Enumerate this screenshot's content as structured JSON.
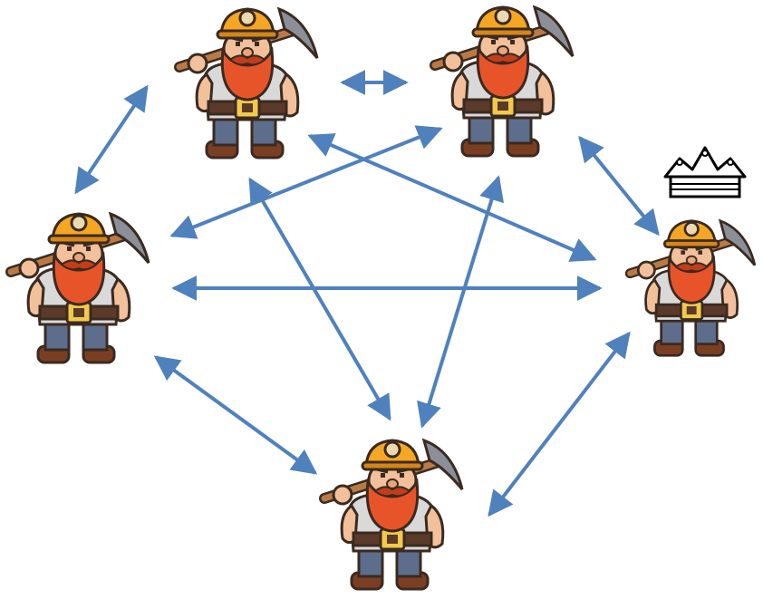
{
  "colors": {
    "arrow": "#4f81bd",
    "beard": "#e8542a",
    "beard_dark": "#c23d1a",
    "skin": "#f2c09a",
    "helmet": "#f5a623",
    "helmet_dark": "#d4861a",
    "lamp": "#ecd9b0",
    "shirt": "#d9d9d9",
    "belt": "#5b3a29",
    "buckle": "#f2c94c",
    "pants": "#5d6d8c",
    "boots": "#7a3f22",
    "pick_handle": "#b97a45",
    "pick_head": "#8a8f98",
    "outline": "#3a2a20",
    "crown_fill": "#ffffff",
    "crown_stroke": "#000000"
  },
  "nodes": [
    {
      "id": "dwarf-top-left",
      "icon": "miner-dwarf-icon",
      "crowned": false
    },
    {
      "id": "dwarf-top-right",
      "icon": "miner-dwarf-icon",
      "crowned": false
    },
    {
      "id": "dwarf-left",
      "icon": "miner-dwarf-icon",
      "crowned": false
    },
    {
      "id": "dwarf-right",
      "icon": "miner-dwarf-icon",
      "crowned": true
    },
    {
      "id": "dwarf-bottom",
      "icon": "miner-dwarf-icon",
      "crowned": false
    }
  ],
  "edges": [
    {
      "from": "dwarf-top-left",
      "to": "dwarf-top-right",
      "bidirectional": true
    },
    {
      "from": "dwarf-top-left",
      "to": "dwarf-left",
      "bidirectional": true
    },
    {
      "from": "dwarf-top-left",
      "to": "dwarf-right",
      "bidirectional": true
    },
    {
      "from": "dwarf-top-left",
      "to": "dwarf-bottom",
      "bidirectional": true
    },
    {
      "from": "dwarf-top-right",
      "to": "dwarf-left",
      "bidirectional": true
    },
    {
      "from": "dwarf-top-right",
      "to": "dwarf-right",
      "bidirectional": true
    },
    {
      "from": "dwarf-top-right",
      "to": "dwarf-bottom",
      "bidirectional": true
    },
    {
      "from": "dwarf-left",
      "to": "dwarf-right",
      "bidirectional": true
    },
    {
      "from": "dwarf-left",
      "to": "dwarf-bottom",
      "bidirectional": true
    },
    {
      "from": "dwarf-right",
      "to": "dwarf-bottom",
      "bidirectional": true
    }
  ],
  "crown_icon": "crown-icon"
}
